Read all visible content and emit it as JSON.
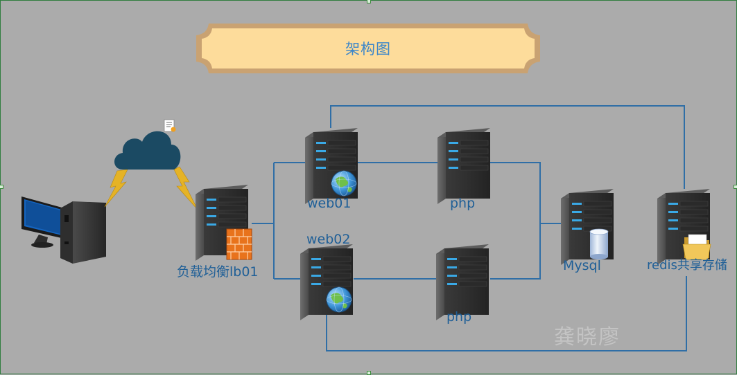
{
  "diagram": {
    "title": "架构图",
    "nodes": {
      "web01": "web01",
      "web02": "web02",
      "php_top": "php",
      "php_bottom": "php",
      "load_balancer": "负载均衡lb01",
      "mysql": "Mysql",
      "redis": "redis共享存储"
    },
    "watermark": "龚晓廖"
  },
  "colors": {
    "background": "#ababab",
    "connector": "#2f6ea6",
    "title_fill": "#fddc9b",
    "title_border": "#c9a272",
    "label_text": "#1f5f97",
    "cloud": "#1b4a63",
    "lightning": "#e5b326"
  },
  "icons": [
    "computer-icon",
    "cloud-icon",
    "document-icon",
    "lightning-icon",
    "server-icon",
    "firewall-icon",
    "globe-icon",
    "database-icon",
    "folder-icon"
  ]
}
